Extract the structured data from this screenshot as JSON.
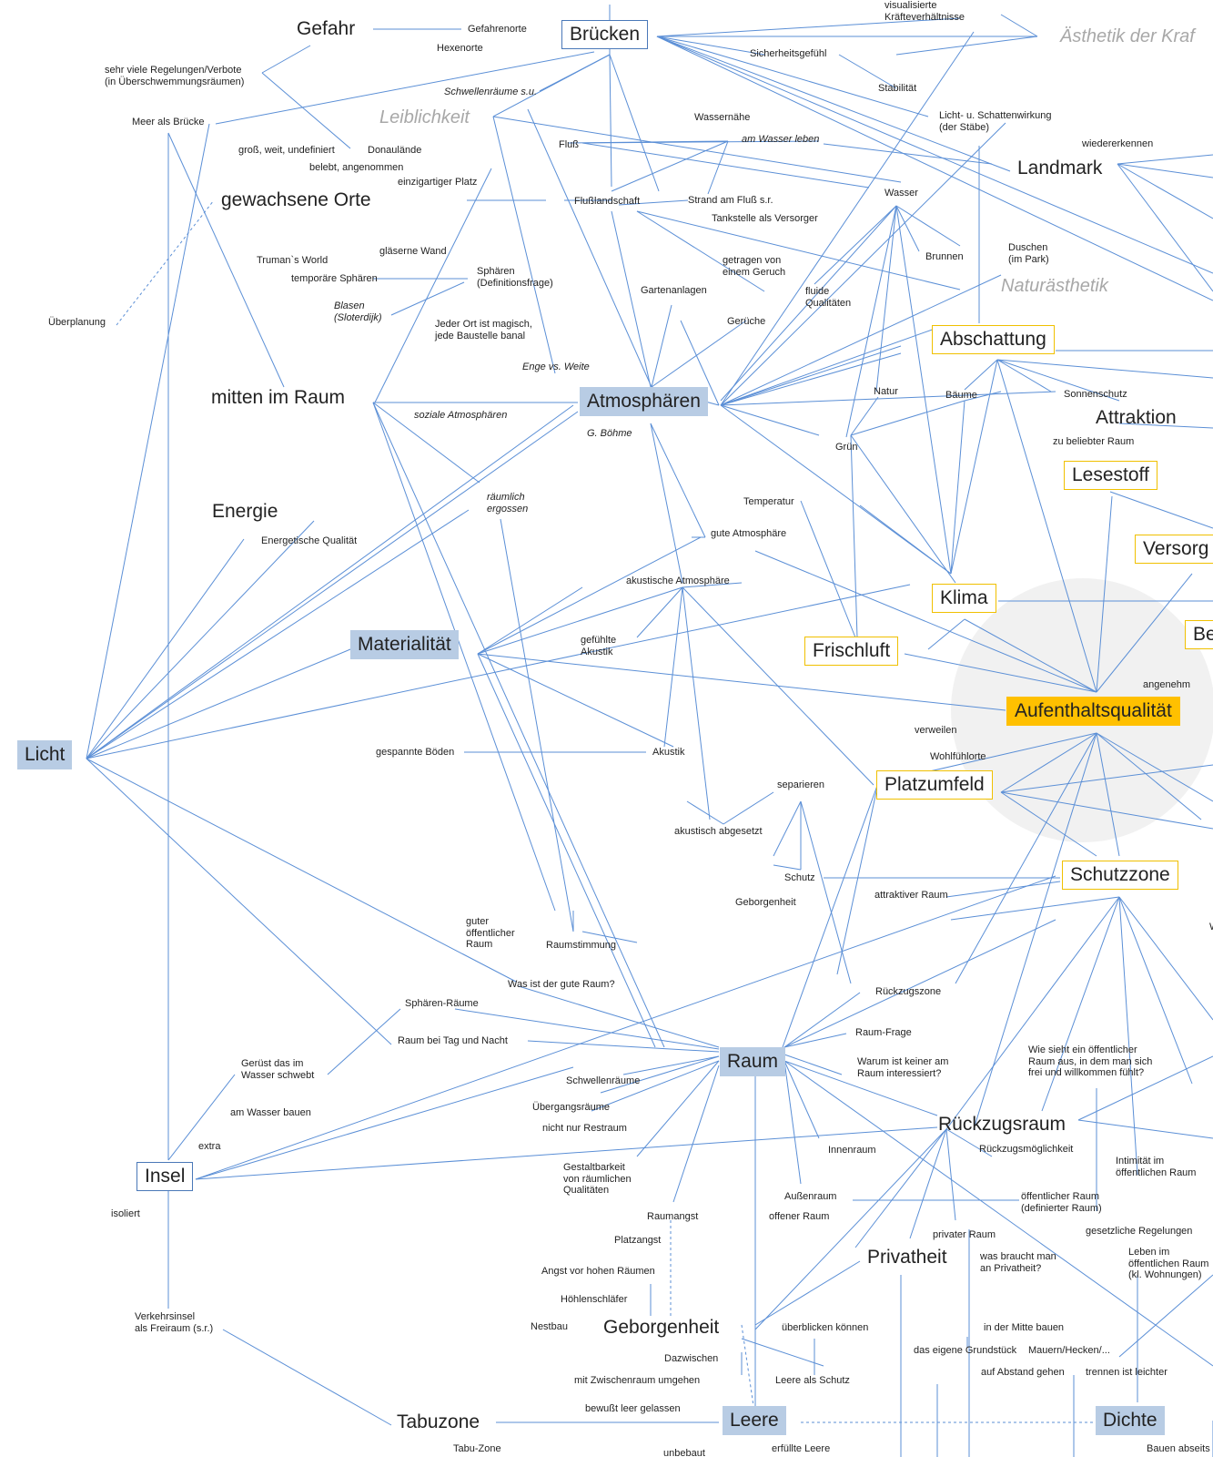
{
  "nodes": [
    {
      "id": "gefahr",
      "label": "Gefahr",
      "style": "m"
    },
    {
      "id": "gefahrenorte",
      "label": "Gefahrenorte",
      "style": "s"
    },
    {
      "id": "hexenorte",
      "label": "Hexenorte",
      "style": "s"
    },
    {
      "id": "bruecken",
      "label": "Brücken",
      "style": "gb"
    },
    {
      "id": "kraefte",
      "label": "visualisierte\nKräfteverhältnisse",
      "style": "s"
    },
    {
      "id": "aesthetik",
      "label": "Ästhetik der Kraf",
      "style": "g"
    },
    {
      "id": "regelungen",
      "label": "sehr viele Regelungen/Verbote\n(in Überschwemmungsräumen)",
      "style": "s"
    },
    {
      "id": "sicherheit",
      "label": "Sicherheitsgefühl",
      "style": "s"
    },
    {
      "id": "stabilitaet",
      "label": "Stabilität",
      "style": "s"
    },
    {
      "id": "schwellen_su",
      "label": "Schwellenräume s.u.",
      "style": "s it"
    },
    {
      "id": "meer",
      "label": "Meer als Brücke",
      "style": "s"
    },
    {
      "id": "leiblichkeit",
      "label": "Leiblichkeit",
      "style": "g"
    },
    {
      "id": "wassernaehe",
      "label": "Wassernähe",
      "style": "s"
    },
    {
      "id": "lichtschatten",
      "label": "Licht- u. Schattenwirkung\n(der Stäbe)",
      "style": "s"
    },
    {
      "id": "wiedererkennen",
      "label": "wiedererkennen",
      "style": "s"
    },
    {
      "id": "gross",
      "label": "groß, weit, undefiniert",
      "style": "s"
    },
    {
      "id": "donau",
      "label": "Donaulände",
      "style": "s"
    },
    {
      "id": "fluss",
      "label": "Fluß",
      "style": "s"
    },
    {
      "id": "amwasser",
      "label": "am Wasser leben",
      "style": "s it"
    },
    {
      "id": "belebt",
      "label": "belebt, angenommen",
      "style": "s"
    },
    {
      "id": "landmark",
      "label": "Landmark",
      "style": "m"
    },
    {
      "id": "einzig",
      "label": "einzigartiger Platz",
      "style": "s"
    },
    {
      "id": "gewachsene",
      "label": "gewachsene Orte",
      "style": "m"
    },
    {
      "id": "flusslandschaft",
      "label": "Flußlandschaft",
      "style": "s"
    },
    {
      "id": "strand",
      "label": "Strand am Fluß s.r.",
      "style": "s"
    },
    {
      "id": "wasser",
      "label": "Wasser",
      "style": "s"
    },
    {
      "id": "tankstelle",
      "label": "Tankstelle als Versorger",
      "style": "s"
    },
    {
      "id": "truman",
      "label": "Truman`s World",
      "style": "s"
    },
    {
      "id": "glaesern",
      "label": "gläserne Wand",
      "style": "s"
    },
    {
      "id": "brunnen",
      "label": "Brunnen",
      "style": "s"
    },
    {
      "id": "duschen",
      "label": "Duschen\n(im Park)",
      "style": "s"
    },
    {
      "id": "getragen",
      "label": "getragen von\neinem Geruch",
      "style": "s"
    },
    {
      "id": "temporaer",
      "label": "temporäre Sphären",
      "style": "s"
    },
    {
      "id": "sphaeren_def",
      "label": "Sphären\n(Definitionsfrage)",
      "style": "s"
    },
    {
      "id": "naturaesthetik",
      "label": "Naturästhetik",
      "style": "g"
    },
    {
      "id": "garten",
      "label": "Gartenanlagen",
      "style": "s"
    },
    {
      "id": "fluide",
      "label": "fluide\nQualitäten",
      "style": "s"
    },
    {
      "id": "ueberplanung",
      "label": "Überplanung",
      "style": "s"
    },
    {
      "id": "blasen",
      "label": "Blasen\n(Sloterdijk)",
      "style": "s it"
    },
    {
      "id": "magisch",
      "label": "Jeder Ort ist magisch,\njede Baustelle banal",
      "style": "s"
    },
    {
      "id": "gerueche",
      "label": "Gerüche",
      "style": "s"
    },
    {
      "id": "abschattung",
      "label": "Abschattung",
      "style": "ob"
    },
    {
      "id": "enge",
      "label": "Enge vs. Weite",
      "style": "s it"
    },
    {
      "id": "baeume",
      "label": "Bäume",
      "style": "s"
    },
    {
      "id": "sonnenschutz",
      "label": "Sonnenschutz",
      "style": "s"
    },
    {
      "id": "mitten",
      "label": "mitten im Raum",
      "style": "m"
    },
    {
      "id": "atmosphaeren",
      "label": "Atmosphären",
      "style": "hub"
    },
    {
      "id": "natur",
      "label": "Natur",
      "style": "s"
    },
    {
      "id": "attraktion",
      "label": "Attraktion",
      "style": "m"
    },
    {
      "id": "sozial",
      "label": "soziale Atmosphären",
      "style": "s it"
    },
    {
      "id": "boehme",
      "label": "G. Böhme",
      "style": "s it"
    },
    {
      "id": "gruen",
      "label": "Grün",
      "style": "s"
    },
    {
      "id": "beliebt",
      "label": "zu beliebter Raum",
      "style": "s"
    },
    {
      "id": "lesestoff",
      "label": "Lesestoff",
      "style": "ob"
    },
    {
      "id": "raeumlich",
      "label": "räumlich\nergossen",
      "style": "s it"
    },
    {
      "id": "temperatur",
      "label": "Temperatur",
      "style": "s"
    },
    {
      "id": "energie",
      "label": "Energie",
      "style": "m"
    },
    {
      "id": "energetisch",
      "label": "Energetische Qualität",
      "style": "s"
    },
    {
      "id": "gute_atmo",
      "label": "gute Atmosphäre",
      "style": "s"
    },
    {
      "id": "versorg",
      "label": "Versorg",
      "style": "ob"
    },
    {
      "id": "akust_atmo",
      "label": "akustische Atmosphäre",
      "style": "s"
    },
    {
      "id": "klima",
      "label": "Klima",
      "style": "ob"
    },
    {
      "id": "be",
      "label": "Be",
      "style": "ob"
    },
    {
      "id": "materialitaet",
      "label": "Materialität",
      "style": "hub"
    },
    {
      "id": "gefuehlte",
      "label": "gefühlte\nAkustik",
      "style": "s"
    },
    {
      "id": "frischluft",
      "label": "Frischluft",
      "style": "ob"
    },
    {
      "id": "angenehm",
      "label": "angenehm",
      "style": "s"
    },
    {
      "id": "aufenthalt",
      "label": "Aufenthaltsqualität",
      "style": "aq"
    },
    {
      "id": "verweilen",
      "label": "verweilen",
      "style": "s"
    },
    {
      "id": "licht",
      "label": "Licht",
      "style": "hub"
    },
    {
      "id": "gespannt",
      "label": "gespannte Böden",
      "style": "s"
    },
    {
      "id": "akustik",
      "label": "Akustik",
      "style": "s"
    },
    {
      "id": "wohlfuehl",
      "label": "Wohlfühlorte",
      "style": "s"
    },
    {
      "id": "separieren",
      "label": "separieren",
      "style": "s"
    },
    {
      "id": "platzumfeld",
      "label": "Platzumfeld",
      "style": "ob"
    },
    {
      "id": "akust_abg",
      "label": "akustisch abgesetzt",
      "style": "s"
    },
    {
      "id": "schutz",
      "label": "Schutz",
      "style": "s"
    },
    {
      "id": "schutzzone",
      "label": "Schutzzone",
      "style": "ob"
    },
    {
      "id": "geborgenheit_s",
      "label": "Geborgenheit",
      "style": "s"
    },
    {
      "id": "attraktiv",
      "label": "attraktiver Raum",
      "style": "s"
    },
    {
      "id": "guter_oeff",
      "label": "guter\nöffentlicher\nRaum",
      "style": "s"
    },
    {
      "id": "raumstimmung",
      "label": "Raumstimmung",
      "style": "s"
    },
    {
      "id": "w_edge",
      "label": "W",
      "style": "s"
    },
    {
      "id": "guter_raum",
      "label": "Was ist der gute Raum?",
      "style": "s"
    },
    {
      "id": "rueckzugszone",
      "label": "Rückzugszone",
      "style": "s"
    },
    {
      "id": "sphaeren_raeume",
      "label": "Sphären-Räume",
      "style": "s"
    },
    {
      "id": "raumfrage",
      "label": "Raum-Frage",
      "style": "s"
    },
    {
      "id": "tagnacht",
      "label": "Raum bei Tag und Nacht",
      "style": "s"
    },
    {
      "id": "wiesieht",
      "label": "Wie sieht ein öffentlicher\nRaum aus, in dem man sich\nfrei und willkommen fühlt?",
      "style": "s"
    },
    {
      "id": "geruest",
      "label": "Gerüst das im\nWasser schwebt",
      "style": "s"
    },
    {
      "id": "raum",
      "label": "Raum",
      "style": "hub"
    },
    {
      "id": "warum",
      "label": "Warum ist keiner am\nRaum interessiert?",
      "style": "s"
    },
    {
      "id": "schwellenraeume",
      "label": "Schwellenräume",
      "style": "s"
    },
    {
      "id": "amwasserbauen",
      "label": "am Wasser bauen",
      "style": "s"
    },
    {
      "id": "uebergang",
      "label": "Übergangsräume",
      "style": "s"
    },
    {
      "id": "rueckzugsraum",
      "label": "Rückzugsraum",
      "style": "m"
    },
    {
      "id": "extra",
      "label": "extra",
      "style": "s"
    },
    {
      "id": "nichtnur",
      "label": "nicht nur Restraum",
      "style": "s"
    },
    {
      "id": "rueckzugsm",
      "label": "Rückzugsmöglichkeit",
      "style": "s"
    },
    {
      "id": "innenraum",
      "label": "Innenraum",
      "style": "s"
    },
    {
      "id": "intimitaet",
      "label": "Intimität im\nöffentlichen Raum",
      "style": "s"
    },
    {
      "id": "insel",
      "label": "Insel",
      "style": "gb"
    },
    {
      "id": "gestaltbarkeit",
      "label": "Gestaltbarkeit\nvon räumlichen\nQualitäten",
      "style": "s"
    },
    {
      "id": "aussenraum",
      "label": "Außenraum",
      "style": "s"
    },
    {
      "id": "oeff_def",
      "label": "öffentlicher Raum\n(definierter Raum)",
      "style": "s"
    },
    {
      "id": "isoliert",
      "label": "isoliert",
      "style": "s"
    },
    {
      "id": "offener",
      "label": "offener Raum",
      "style": "s"
    },
    {
      "id": "raumangst",
      "label": "Raumangst",
      "style": "s"
    },
    {
      "id": "gesetzlich",
      "label": "gesetzliche Regelungen",
      "style": "s"
    },
    {
      "id": "privater",
      "label": "privater Raum",
      "style": "s"
    },
    {
      "id": "platzangst",
      "label": "Platzangst",
      "style": "s"
    },
    {
      "id": "privatheit",
      "label": "Privatheit",
      "style": "m"
    },
    {
      "id": "wasbraucht",
      "label": "was braucht man\nan Privatheit?",
      "style": "s"
    },
    {
      "id": "leben",
      "label": "Leben im\nöffentlichen Raum\n(kl. Wohnungen)",
      "style": "s"
    },
    {
      "id": "angst_hohen",
      "label": "Angst vor hohen Räumen",
      "style": "s"
    },
    {
      "id": "verkehrsinsel",
      "label": "Verkehrsinsel\nals Freiraum (s.r.)",
      "style": "s"
    },
    {
      "id": "hoehlen",
      "label": "Höhlenschläfer",
      "style": "s"
    },
    {
      "id": "nestbau",
      "label": "Nestbau",
      "style": "s"
    },
    {
      "id": "geborgenheit",
      "label": "Geborgenheit",
      "style": "m"
    },
    {
      "id": "ueberblicken",
      "label": "überblicken können",
      "style": "s"
    },
    {
      "id": "mitte",
      "label": "in der Mitte bauen",
      "style": "s"
    },
    {
      "id": "grundstueck",
      "label": "das eigene Grundstück",
      "style": "s"
    },
    {
      "id": "mauern",
      "label": "Mauern/Hecken/...",
      "style": "s"
    },
    {
      "id": "dazwischen",
      "label": "Dazwischen",
      "style": "s"
    },
    {
      "id": "abstand",
      "label": "auf Abstand gehen",
      "style": "s"
    },
    {
      "id": "trennen",
      "label": "trennen ist leichter",
      "style": "s"
    },
    {
      "id": "zwischenraum",
      "label": "mit Zwischenraum umgehen",
      "style": "s"
    },
    {
      "id": "leere_schutz",
      "label": "Leere als Schutz",
      "style": "s"
    },
    {
      "id": "bewusst",
      "label": "bewußt leer gelassen",
      "style": "s"
    },
    {
      "id": "tabuzone",
      "label": "Tabuzone",
      "style": "m"
    },
    {
      "id": "leere",
      "label": "Leere",
      "style": "hub"
    },
    {
      "id": "dichte",
      "label": "Dichte",
      "style": "hub"
    },
    {
      "id": "tabu_zone",
      "label": "Tabu-Zone",
      "style": "s"
    },
    {
      "id": "unbebaut",
      "label": "unbebaut",
      "style": "s"
    },
    {
      "id": "erfuellte",
      "label": "erfüllte Leere",
      "style": "s"
    },
    {
      "id": "bauen_abseits",
      "label": "Bauen abseits",
      "style": "s"
    }
  ]
}
